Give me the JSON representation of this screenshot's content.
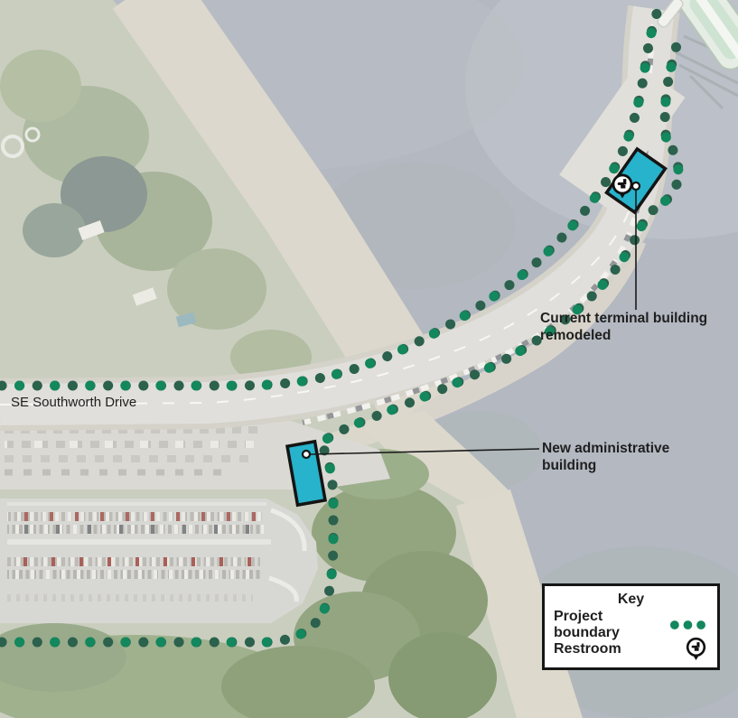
{
  "annotations": {
    "street_label": "SE Southworth Drive",
    "terminal_label": [
      "Current terminal building",
      "remodeled"
    ],
    "admin_label": [
      "New administrative",
      "building"
    ]
  },
  "key": {
    "title": "Key",
    "items": [
      {
        "label": "Project boundary",
        "symbol": "dotted-line"
      },
      {
        "label": "Restroom",
        "symbol": "restroom-pin"
      }
    ]
  },
  "colors": {
    "boundary_dot_dark": "#2b614d",
    "boundary_dot_bright": "#13875d",
    "building_fill": "#27b3cb",
    "building_stroke": "#141414",
    "annotation_line": "#1a1a1a"
  }
}
